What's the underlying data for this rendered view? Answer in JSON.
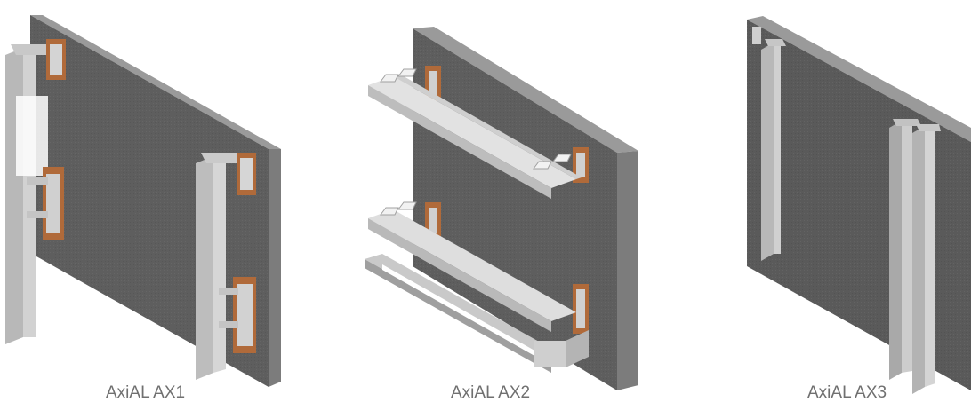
{
  "products": [
    {
      "caption": "AxiAL AX1"
    },
    {
      "caption": "AxiAL AX2"
    },
    {
      "caption": "AxiAL AX3"
    }
  ]
}
